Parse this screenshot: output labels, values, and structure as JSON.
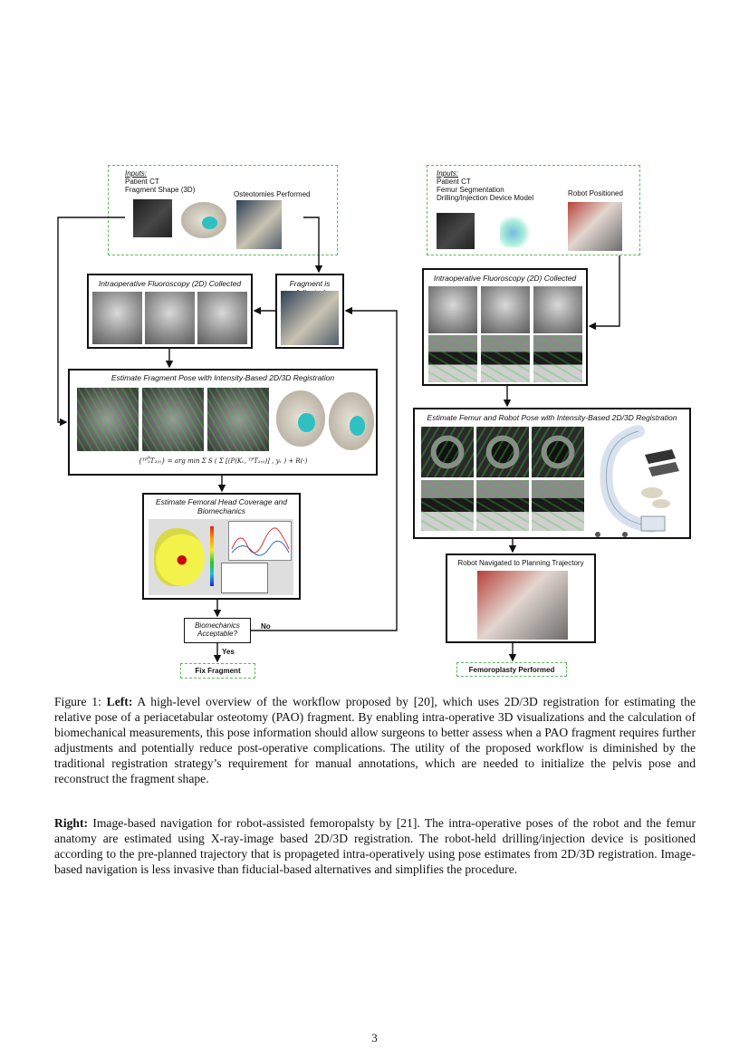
{
  "left": {
    "inputs_heading": "Inputs:",
    "inputs": [
      "Patient CT",
      "Fragment Shape (3D)"
    ],
    "osteotomies": "Osteotomies Performed",
    "fluoro_title": "Intraoperative Fluoroscopy (2D) Collected",
    "adjusted_title": "Fragment is Adjusted",
    "estimate_title": "Estimate Fragment Pose with Intensity-Based 2D/3D Registration",
    "formula": "{ᵀᴾ₂̃̂T₂₍ᵢ₎} = arg min Σ S ( Σ [(P(Kᵥ, ᵀᴾT₂₍ᵢ₎)] , yᵥ ) + R(·)",
    "coverage_title": "Estimate Femoral Head Coverage and Biomechanics",
    "decision": "Biomechanics Acceptable?",
    "no_label": "No",
    "yes_label": "Yes",
    "fix": "Fix Fragment"
  },
  "right": {
    "inputs_heading": "Inputs:",
    "inputs": [
      "Patient CT",
      "Femur Segmentation",
      "Drilling/Injection Device Model"
    ],
    "robot_positioned": "Robot Positioned",
    "fluoro_title": "Intraoperative Fluoroscopy (2D) Collected",
    "estimate_title": "Estimate Femur and Robot Pose with Intensity-Based 2D/3D Registration",
    "navigated_title": "Robot Navigated to Planning Trajectory",
    "performed": "Femoroplasty Performed"
  },
  "caption": {
    "fig_label": "Figure 1: ",
    "left_bold": "Left:",
    "left_text": " A high-level overview of the workflow proposed by [20], which uses 2D/3D registration for estimating the relative pose of a periacetabular osteotomy (PAO) fragment. By enabling intra-operative 3D visualizations and the calculation of biomechanical measurements, this pose information should allow surgeons to better assess when a PAO fragment requires further adjustments and potentially reduce post-operative complications. The utility of the proposed workflow is diminished by the traditional registration strategy’s requirement for manual annotations, which are needed to initialize the pelvis pose and reconstruct the fragment shape.",
    "right_bold": "Right:",
    "right_text": " Image-based navigation for robot-assisted femoropalsty by [21]. The intra-operative poses of the robot and the femur anatomy are estimated using X-ray-image based 2D/3D registration. The robot-held drilling/injection device is positioned according to the pre-planned trajectory that is propageted intra-operatively using pose estimates from 2D/3D registration. Image-based navigation is less invasive than fiducial-based alternatives and simplifies the procedure."
  },
  "page_number": "3",
  "colors": {
    "dashed_green": "#5cb85c",
    "flow_line": "#111111"
  }
}
